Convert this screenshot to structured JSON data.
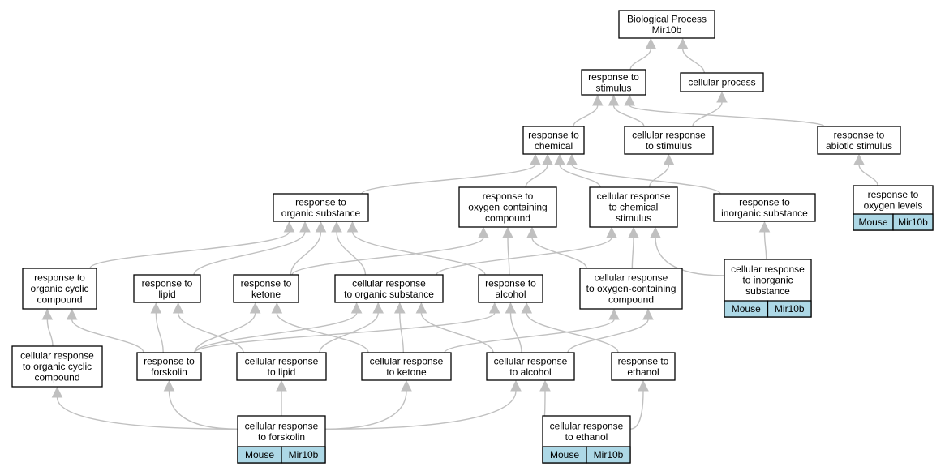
{
  "title": "",
  "nodes": [
    {
      "id": "bp",
      "lines": [
        "Biological Process",
        "Mir10b"
      ]
    },
    {
      "id": "rs",
      "lines": [
        "response to",
        "stimulus"
      ]
    },
    {
      "id": "cp",
      "lines": [
        "cellular process"
      ]
    },
    {
      "id": "rc",
      "lines": [
        "response to",
        "chemical"
      ]
    },
    {
      "id": "crs",
      "lines": [
        "cellular response",
        "to stimulus"
      ]
    },
    {
      "id": "ras",
      "lines": [
        "response to",
        "abiotic stimulus"
      ]
    },
    {
      "id": "ros",
      "lines": [
        "response to",
        "organic substance"
      ]
    },
    {
      "id": "roc",
      "lines": [
        "response to",
        "oxygen-containing",
        "compound"
      ]
    },
    {
      "id": "crc",
      "lines": [
        "cellular response",
        "to chemical",
        "stimulus"
      ]
    },
    {
      "id": "ris",
      "lines": [
        "response to",
        "inorganic substance"
      ]
    },
    {
      "id": "rol",
      "lines": [
        "response to",
        "oxygen levels"
      ],
      "tags": [
        "Mouse",
        "Mir10b"
      ]
    },
    {
      "id": "rocc",
      "lines": [
        "response to",
        "organic cyclic",
        "compound"
      ]
    },
    {
      "id": "rl",
      "lines": [
        "response to",
        "lipid"
      ]
    },
    {
      "id": "rk",
      "lines": [
        "response to",
        "ketone"
      ]
    },
    {
      "id": "cros",
      "lines": [
        "cellular response",
        "to organic substance"
      ]
    },
    {
      "id": "ra",
      "lines": [
        "response to",
        "alcohol"
      ]
    },
    {
      "id": "croc",
      "lines": [
        "cellular response",
        "to oxygen-containing",
        "compound"
      ]
    },
    {
      "id": "cris",
      "lines": [
        "cellular response",
        "to inorganic",
        "substance"
      ],
      "tags": [
        "Mouse",
        "Mir10b"
      ]
    },
    {
      "id": "crocc",
      "lines": [
        "cellular response",
        "to organic cyclic",
        "compound"
      ]
    },
    {
      "id": "rf",
      "lines": [
        "response to",
        "forskolin"
      ]
    },
    {
      "id": "crl",
      "lines": [
        "cellular response",
        "to lipid"
      ]
    },
    {
      "id": "crk",
      "lines": [
        "cellular response",
        "to ketone"
      ]
    },
    {
      "id": "cra",
      "lines": [
        "cellular response",
        "to alcohol"
      ]
    },
    {
      "id": "re",
      "lines": [
        "response to",
        "ethanol"
      ]
    },
    {
      "id": "crf",
      "lines": [
        "cellular response",
        "to forskolin"
      ],
      "tags": [
        "Mouse",
        "Mir10b"
      ]
    },
    {
      "id": "cre",
      "lines": [
        "cellular response",
        "to ethanol"
      ],
      "tags": [
        "Mouse",
        "Mir10b"
      ]
    }
  ],
  "edges": [
    [
      "rs",
      "bp"
    ],
    [
      "cp",
      "bp"
    ],
    [
      "rc",
      "rs"
    ],
    [
      "crs",
      "rs"
    ],
    [
      "ras",
      "rs"
    ],
    [
      "crs",
      "cp"
    ],
    [
      "ros",
      "rc"
    ],
    [
      "roc",
      "rc"
    ],
    [
      "crc",
      "rc"
    ],
    [
      "ris",
      "rc"
    ],
    [
      "crc",
      "crs"
    ],
    [
      "rol",
      "ras"
    ],
    [
      "rocc",
      "ros"
    ],
    [
      "rl",
      "ros"
    ],
    [
      "rk",
      "ros"
    ],
    [
      "cros",
      "ros"
    ],
    [
      "ra",
      "ros"
    ],
    [
      "rk",
      "roc"
    ],
    [
      "ra",
      "roc"
    ],
    [
      "croc",
      "roc"
    ],
    [
      "cros",
      "crc"
    ],
    [
      "croc",
      "crc"
    ],
    [
      "cris",
      "crc"
    ],
    [
      "cris",
      "ris"
    ],
    [
      "crocc",
      "rocc"
    ],
    [
      "rf",
      "rocc"
    ],
    [
      "rf",
      "rl"
    ],
    [
      "crl",
      "rl"
    ],
    [
      "rf",
      "rk"
    ],
    [
      "crk",
      "rk"
    ],
    [
      "rf",
      "cros"
    ],
    [
      "crl",
      "cros"
    ],
    [
      "crk",
      "cros"
    ],
    [
      "cra",
      "cros"
    ],
    [
      "rf",
      "ra"
    ],
    [
      "cra",
      "ra"
    ],
    [
      "re",
      "ra"
    ],
    [
      "crk",
      "croc"
    ],
    [
      "cra",
      "croc"
    ],
    [
      "crf",
      "crocc"
    ],
    [
      "crf",
      "rf"
    ],
    [
      "crf",
      "crl"
    ],
    [
      "crf",
      "crk"
    ],
    [
      "crf",
      "cra"
    ],
    [
      "cre",
      "cra"
    ],
    [
      "cre",
      "re"
    ]
  ]
}
